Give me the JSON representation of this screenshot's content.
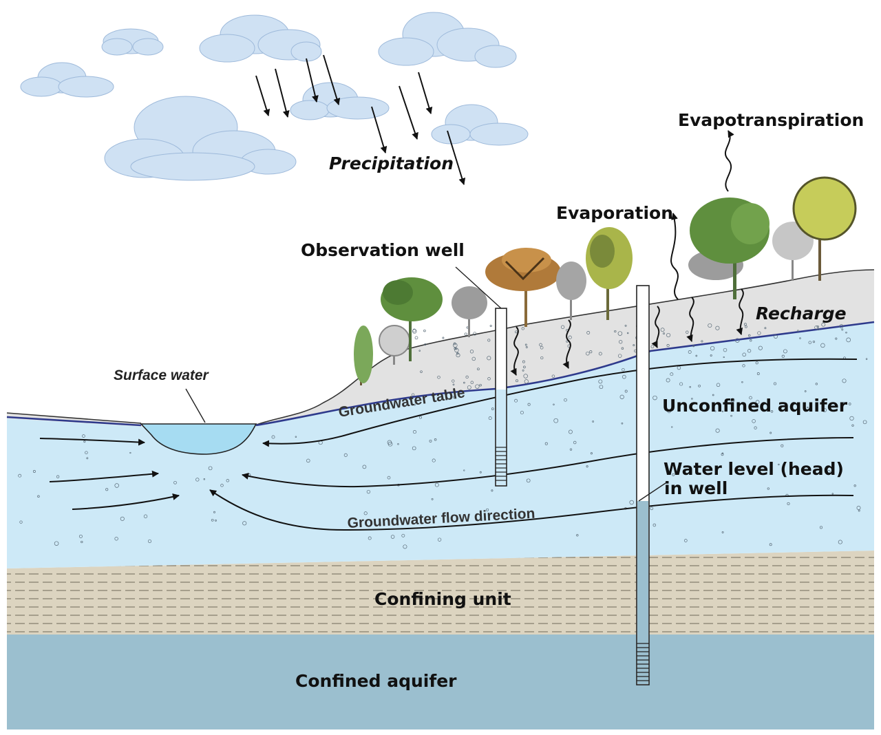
{
  "labels": {
    "precipitation": "Precipitation",
    "evapotranspiration": "Evapotranspiration",
    "evaporation": "Evaporation",
    "observation_well": "Observation well",
    "recharge": "Recharge",
    "surface_water": "Surface water",
    "groundwater_table": "Groundwater table",
    "unconfined_aquifer": "Unconfined aquifer",
    "water_level_line1": "Water level (head)",
    "water_level_line2": "in well",
    "groundwater_flow_direction": "Groundwater flow direction",
    "confining_unit": "Confining unit",
    "confined_aquifer": "Confined aquifer"
  },
  "colors": {
    "sky": "#ffffff",
    "cloud": "#cfe1f3",
    "cloud_shade": "#a9c6e6",
    "unsaturated_zone": "#e2e2e2",
    "unconfined_aquifer": "#cde9f7",
    "surface_water": "#a6dcf2",
    "water_table_line": "#2e3a8c",
    "confining_unit": "#dcd4c0",
    "confined_aquifer": "#9bbfcf",
    "well_water": "#9bbfcf",
    "tree_green": "#5f8f3e",
    "tree_orange": "#b07a3a",
    "tree_olive": "#a9b54a",
    "tree_grey": "#9c9c9c",
    "arrow": "#111111"
  },
  "icons": {
    "tree": "tree-icon",
    "cloud": "cloud-icon",
    "rain_arrow": "rain-arrow-icon"
  }
}
